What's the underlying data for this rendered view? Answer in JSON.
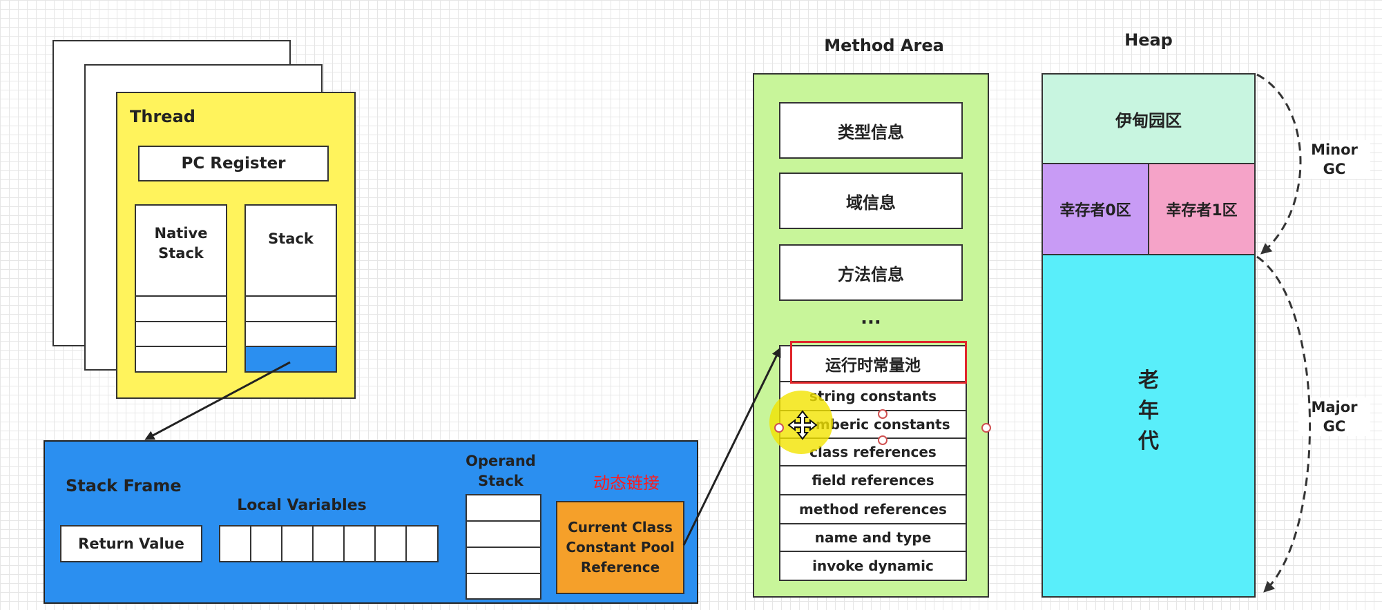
{
  "thread": {
    "title": "Thread",
    "pc_register": "PC Register",
    "native_stack": "Native\nStack",
    "stack": "Stack"
  },
  "stack_frame": {
    "title": "Stack Frame",
    "return_value": "Return Value",
    "local_variables": "Local Variables",
    "operand_stack": "Operand\nStack",
    "dynamic_link": "动态链接",
    "current_class": "Current Class\nConstant Pool\nReference"
  },
  "method_area": {
    "title": "Method Area",
    "items": [
      "类型信息",
      "域信息",
      "方法信息"
    ],
    "ellipsis": "...",
    "runtime_pool": {
      "title": "运行时常量池",
      "entries": [
        "string constants",
        "numberic constants",
        "class references",
        "field references",
        "method references",
        "name and type",
        "invoke dynamic"
      ]
    }
  },
  "heap": {
    "title": "Heap",
    "eden": "伊甸园区",
    "survivor0": "幸存者0区",
    "survivor1": "幸存者1区",
    "old_gen": "老\n年\n代",
    "minor_gc": "Minor\nGC",
    "major_gc": "Major\nGC"
  },
  "colors": {
    "thread_bg": "#fff35c",
    "stack_frame_bg": "#2b8ff0",
    "method_area_bg": "#c8f59a",
    "eden_bg": "#c8f5e0",
    "survivor0_bg": "#c89bf5",
    "survivor1_bg": "#f5a3c8",
    "old_gen_bg": "#59eefa",
    "current_class_bg": "#f5a02a",
    "highlight": "#e0262b",
    "dynamic_link_text": "#ff1a1a"
  }
}
